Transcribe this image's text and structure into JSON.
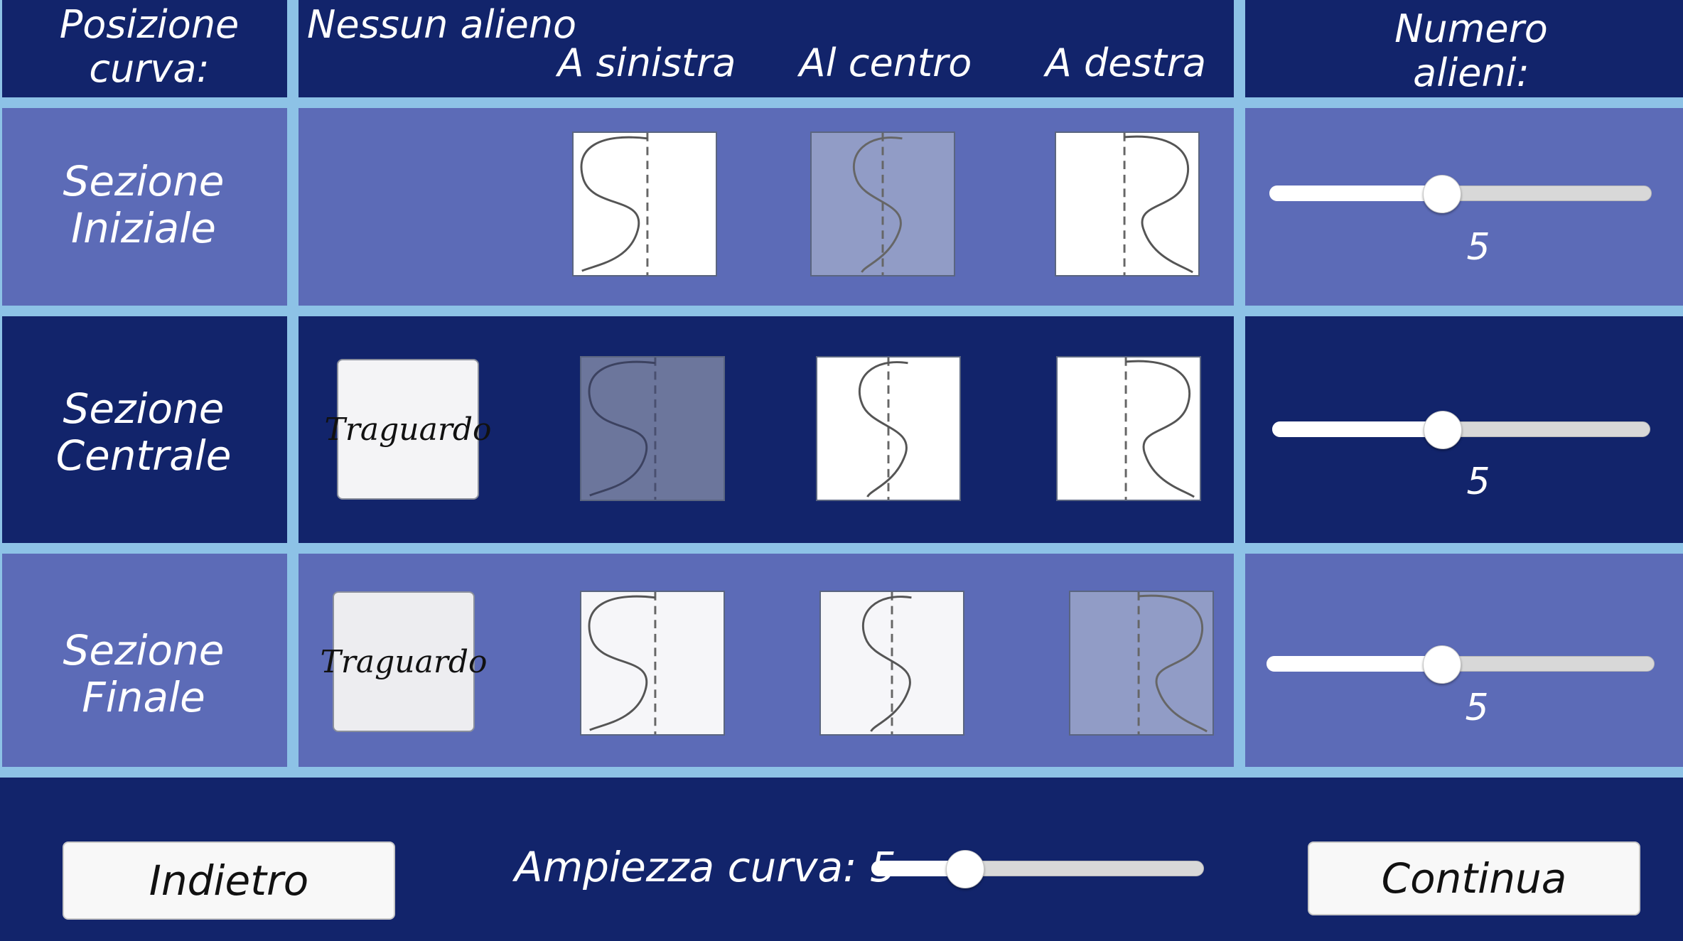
{
  "header": {
    "position_label": "Posizione\ncurva:",
    "none_label": "Nessun alieno",
    "left_label": "A sinistra",
    "center_label": "Al centro",
    "right_label": "A destra",
    "count_label": "Numero\nalieni:"
  },
  "rows": [
    {
      "label": "Sezione\nIniziale",
      "goal_label": "",
      "selected": "center",
      "count_value": "5",
      "count_fraction": 0.45
    },
    {
      "label": "Sezione\nCentrale",
      "goal_label": "Traguardo",
      "selected": "left",
      "count_value": "5",
      "count_fraction": 0.45
    },
    {
      "label": "Sezione\nFinale",
      "goal_label": "Traguardo",
      "selected": "right",
      "count_value": "5",
      "count_fraction": 0.45
    }
  ],
  "footer": {
    "back_label": "Indietro",
    "amplitude_label": "Ampiezza curva: 5",
    "amplitude_fraction": 0.28,
    "continue_label": "Continua"
  },
  "colors": {
    "dark_band": "#12246b",
    "light_band": "#5c6bb7",
    "separator": "#8dc2e6"
  }
}
